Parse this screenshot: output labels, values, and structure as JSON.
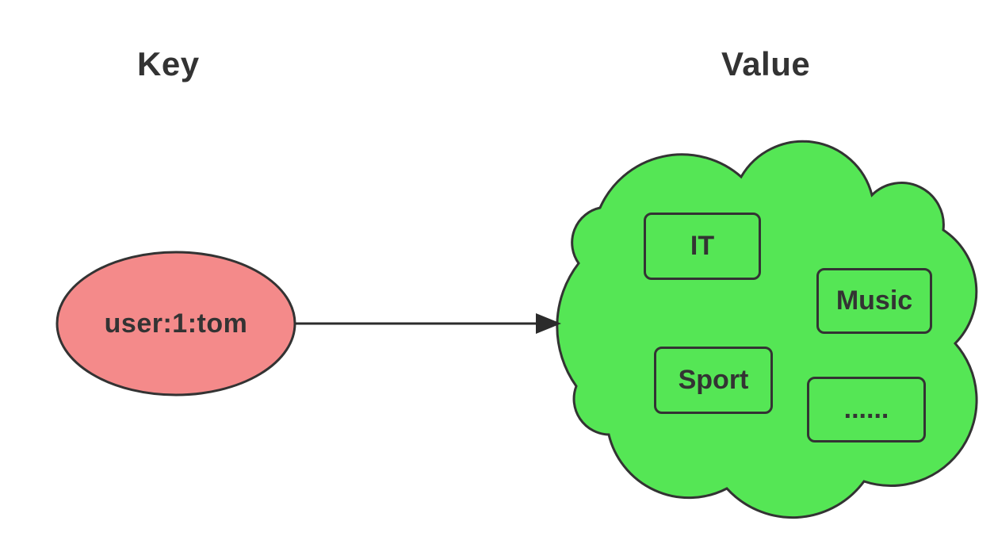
{
  "headings": {
    "key": "Key",
    "value": "Value"
  },
  "key_node": {
    "label": "user:1:tom",
    "fill": "#f48a8a"
  },
  "value_node": {
    "fill": "#55e655",
    "items": [
      "IT",
      "Music",
      "Sport",
      "......"
    ]
  },
  "colors": {
    "stroke": "#333333",
    "text": "#333333",
    "background": "#ffffff",
    "arrow": "#2b2b2b"
  }
}
